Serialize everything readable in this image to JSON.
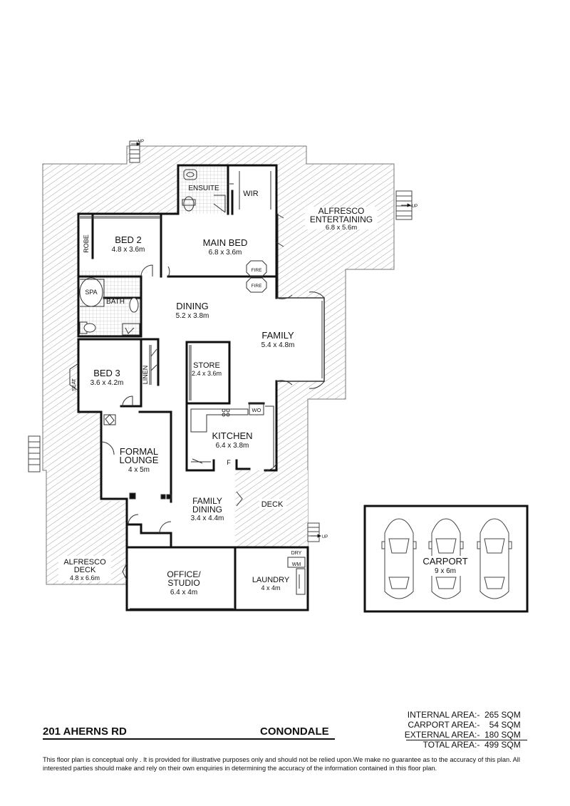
{
  "rooms": {
    "alfresco_entertaining": {
      "name1": "ALFRESCO",
      "name2": "ENTERTAINING",
      "size": "6.8 x 5.6m"
    },
    "ensuite": {
      "name": "ENSUITE"
    },
    "wir": {
      "name": "WIR"
    },
    "main_bed": {
      "name": "MAIN BED",
      "size": "6.8 x 3.6m"
    },
    "bed2": {
      "name": "BED 2",
      "size": "4.8 x 3.6m"
    },
    "robe": {
      "name": "ROBE"
    },
    "spa": {
      "name": "SPA"
    },
    "bath": {
      "name": "BATH"
    },
    "dining": {
      "name": "DINING",
      "size": "5.2 x 3.8m"
    },
    "family": {
      "name": "FAMILY",
      "size": "5.4 x 4.8m"
    },
    "fire1": {
      "name": "FIRE"
    },
    "fire2": {
      "name": "FIRE"
    },
    "store": {
      "name": "STORE",
      "size": "2.4 x 3.6m"
    },
    "linen": {
      "name": "LINEN"
    },
    "bed3": {
      "name": "BED 3",
      "size": "3.6 x 4.2m"
    },
    "seat": {
      "name": "SEAT"
    },
    "wo": {
      "name": "WO"
    },
    "kitchen": {
      "name": "KITCHEN",
      "size": "6.4 x 3.8m"
    },
    "fridge": {
      "name": "F"
    },
    "formal_lounge": {
      "name1": "FORMAL",
      "name2": "LOUNGE",
      "size": "4 x 5m"
    },
    "family_dining": {
      "name1": "FAMILY",
      "name2": "DINING",
      "size": "3.4 x 4.4m"
    },
    "deck": {
      "name": "DECK"
    },
    "alfresco_deck": {
      "name1": "ALFRESCO",
      "name2": "DECK",
      "size": "4.8 x 6.6m"
    },
    "office": {
      "name1": "OFFICE/",
      "name2": "STUDIO",
      "size": "6.4 x 4m"
    },
    "laundry": {
      "name": "LAUNDRY",
      "size": "4 x 4m"
    },
    "dry": {
      "name": "DRY"
    },
    "wm": {
      "name": "WM"
    },
    "carport": {
      "name": "CARPORT",
      "size": "9 x 6m"
    }
  },
  "stairs": {
    "top": "UP",
    "right": "UP",
    "deck": "UP"
  },
  "footer": {
    "address": "201 AHERNS RD",
    "suburb": "CONONDALE",
    "areas": [
      {
        "label": "INTERNAL AREA",
        "value": ":-  265 SQM"
      },
      {
        "label": "CARPORT AREA",
        "value": ":-    54 SQM"
      },
      {
        "label": "EXTERNAL AREA",
        "value": ":-  180 SQM"
      },
      {
        "label": "TOTAL AREA",
        "value": ":-  499 SQM"
      }
    ],
    "disclaimer": "This floor plan  is conceptual only . It is provided for illustrative purposes only and should not be relied upon.We make no guarantee as to the accuracy of this plan. All interested parties should make and rely on their own enquiries in determining the accuracy of the information contained in this floor plan."
  }
}
